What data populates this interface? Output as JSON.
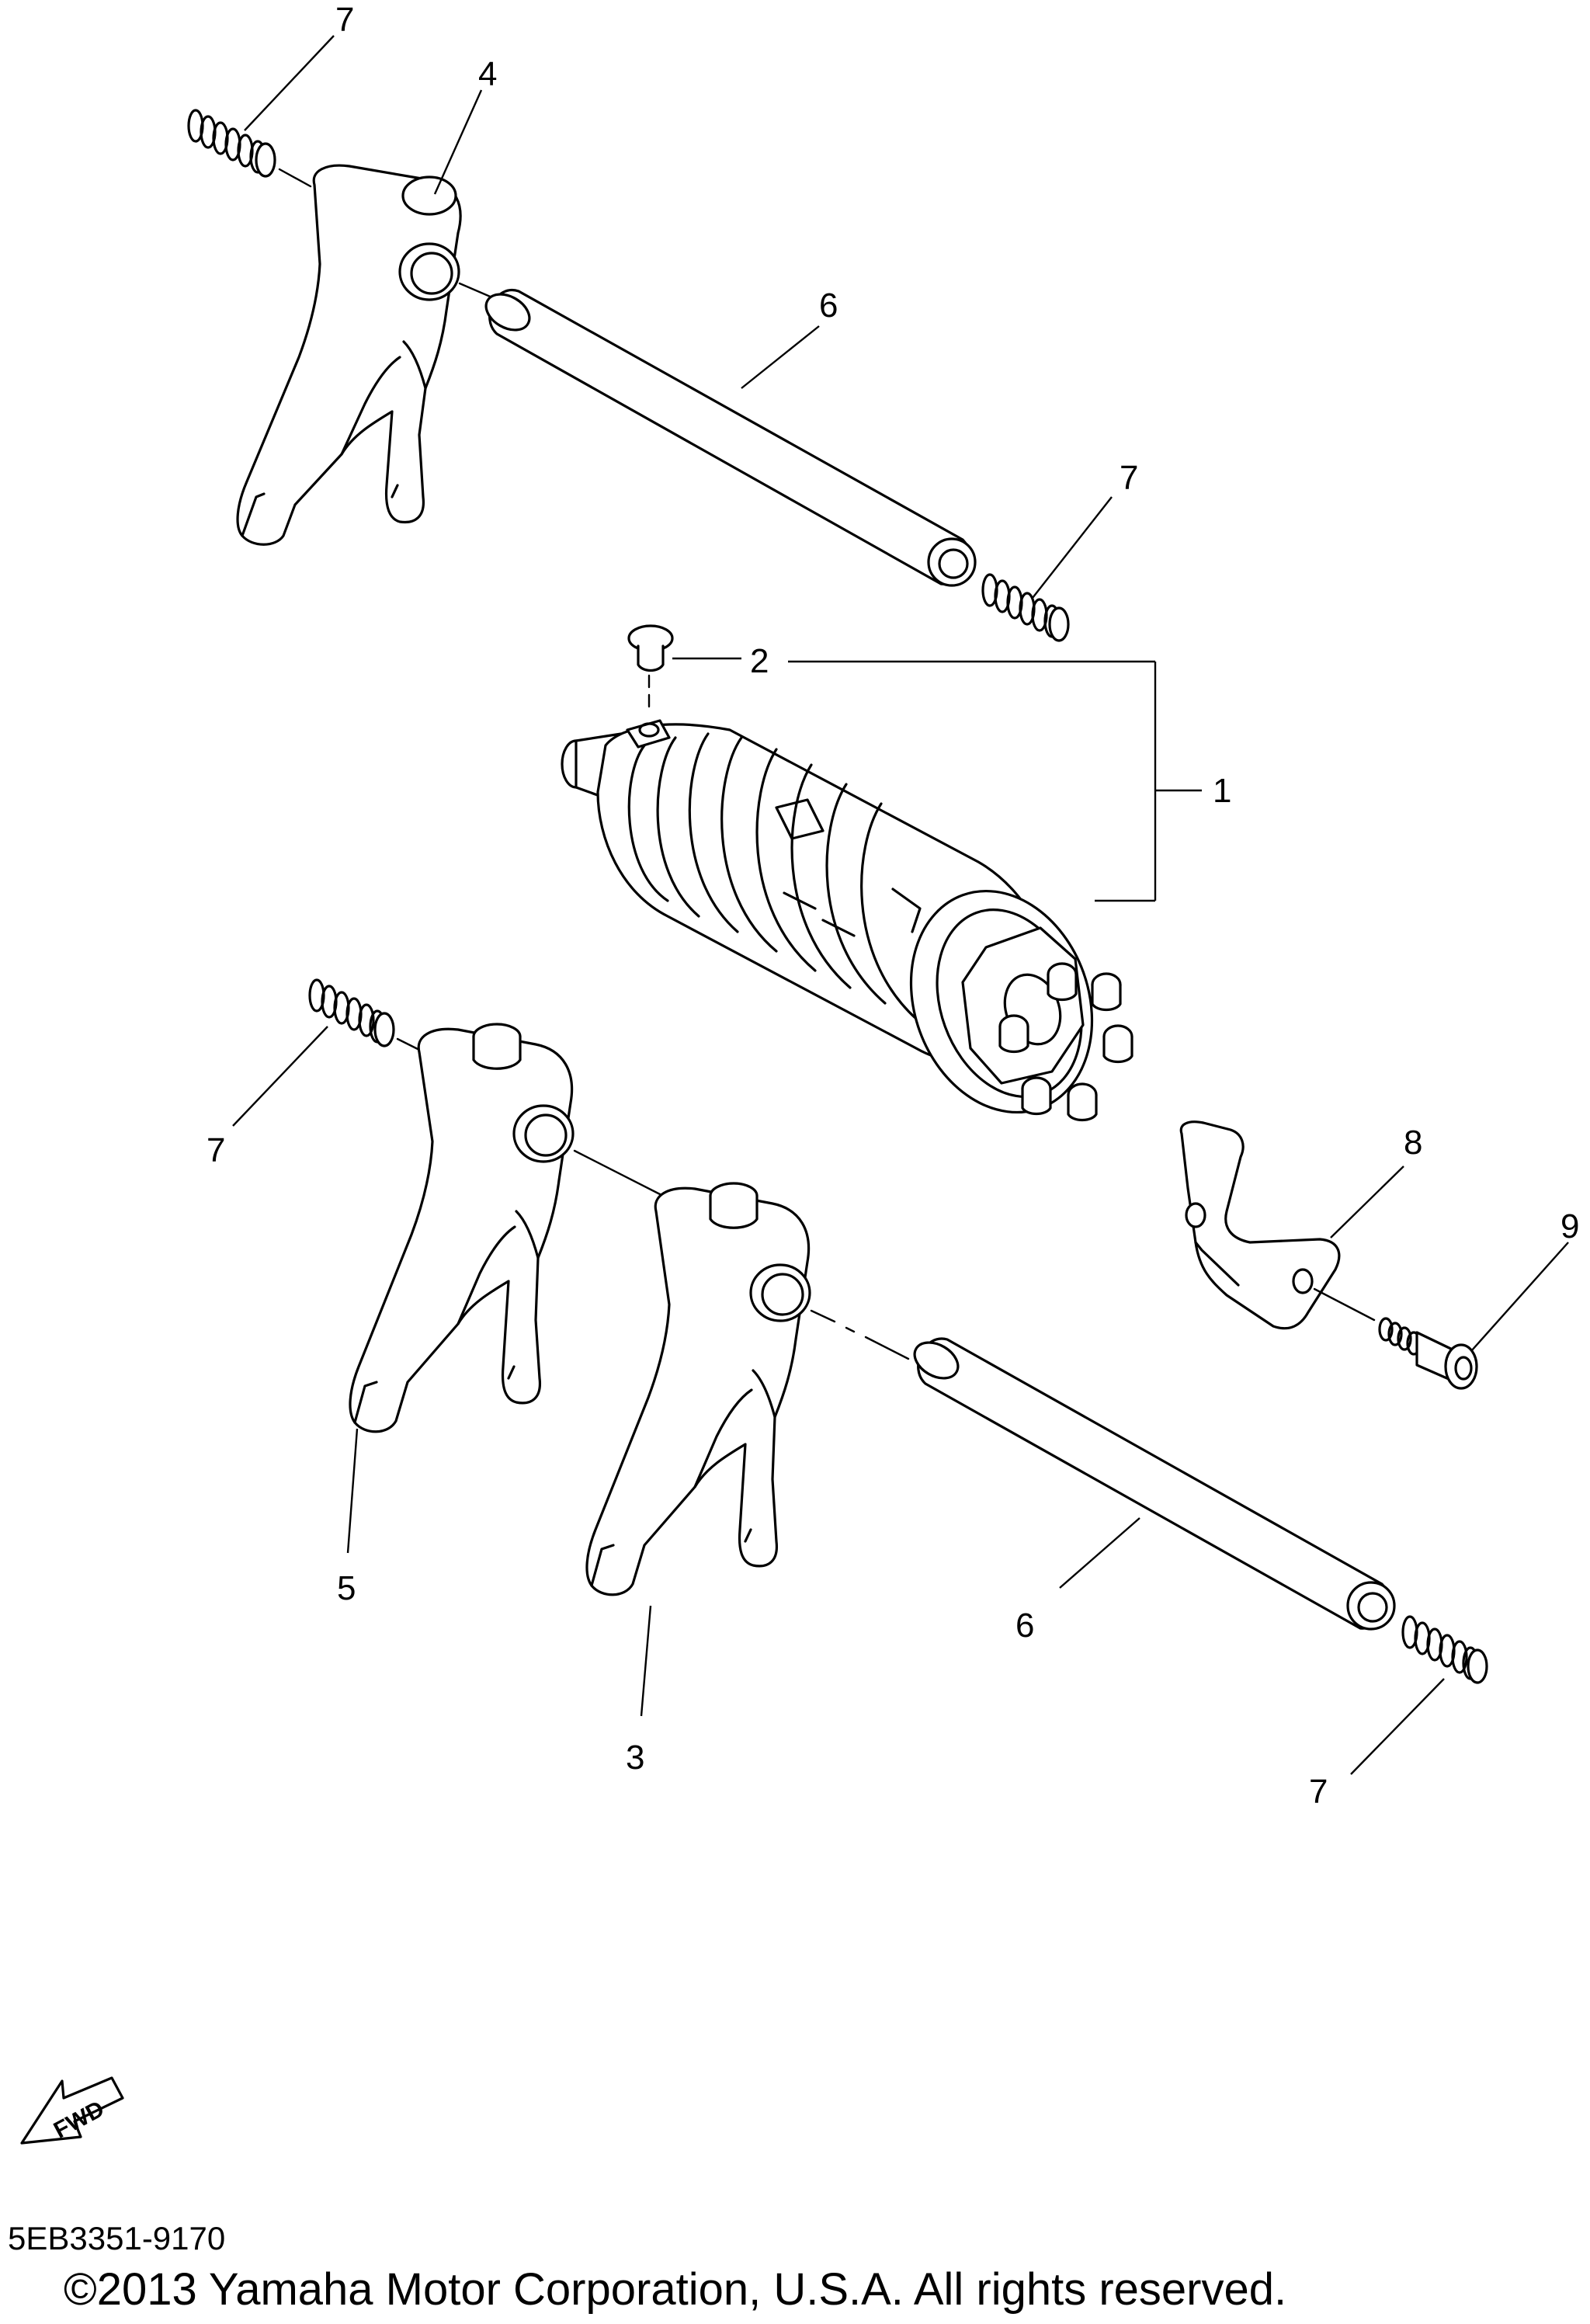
{
  "callouts": {
    "c1": "1",
    "c2": "2",
    "c3": "3",
    "c4": "4",
    "c5": "5",
    "c6a": "6",
    "c6b": "6",
    "c7a": "7",
    "c7b": "7",
    "c7c": "7",
    "c7d": "7",
    "c8": "8",
    "c9": "9"
  },
  "fwd_label": "FWD",
  "diagram_code": "5EB3351-9170",
  "copyright": "©2013 Yamaha Motor Corporation, U.S.A. All rights reserved.",
  "icons": {
    "fwd": "forward-direction-arrow-icon"
  }
}
